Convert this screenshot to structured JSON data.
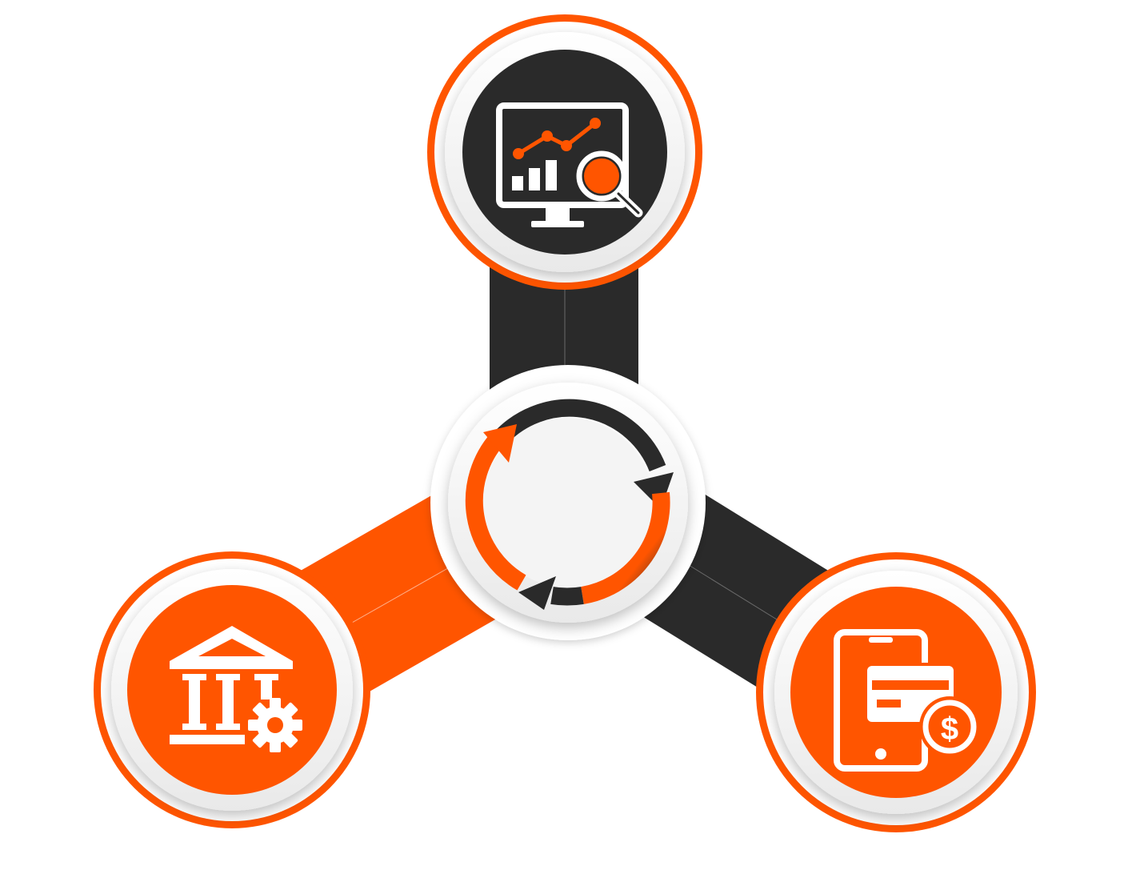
{
  "diagram": {
    "layout": "three-spoke hub",
    "hub": {
      "icon": "refresh-cycle-icon"
    },
    "nodes": [
      {
        "id": "top",
        "icon": "monitor-analytics-search-icon",
        "fill": "#2a2a2a",
        "connector": "#2a2a2a"
      },
      {
        "id": "bottom-left",
        "icon": "bank-settings-icon",
        "fill": "#ff5500",
        "connector": "#ff5500"
      },
      {
        "id": "bottom-right",
        "icon": "mobile-card-payment-icon",
        "fill": "#ff5500",
        "connector": "#2a2a2a"
      }
    ],
    "icon_glyph": {
      "currency": "$"
    }
  },
  "colors": {
    "accent": "#ff5500",
    "dark": "#2a2a2a",
    "ring_white": "#f7f7f7",
    "background": "#ffffff"
  }
}
